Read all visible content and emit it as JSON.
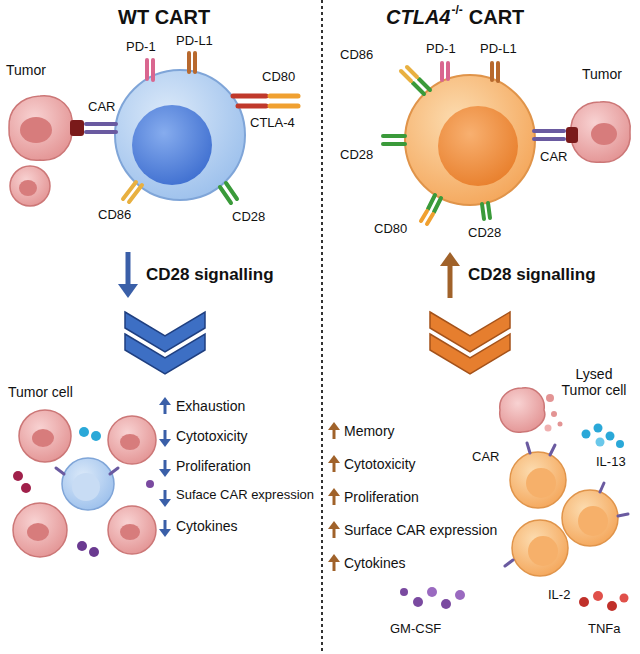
{
  "diagram": {
    "labels": [
      "WT CART",
      "Tumor",
      "PD-1",
      "PD-L1",
      "CD80",
      "CAR",
      "CTLA-4",
      "CD28",
      "CD86",
      "CD28 signalling",
      "Tumor cell",
      "Exhaustion",
      "Cytotoxicity",
      "Proliferation",
      "Suface CAR expression",
      "Cytokines",
      "CTLA4",
      "-/-",
      "CART",
      "CD86",
      "PD-1",
      "PD-L1",
      "Tumor",
      "CD28",
      "CAR",
      "CD80",
      "CD28",
      "CD28 signalling",
      "Lysed Tumor cell",
      "Memory",
      "Cytotoxicity",
      "Proliferation",
      "Surface CAR expression",
      "Cytokines",
      "CAR",
      "IL-13",
      "IL-2",
      "GM-CSF",
      "TNFa"
    ]
  }
}
